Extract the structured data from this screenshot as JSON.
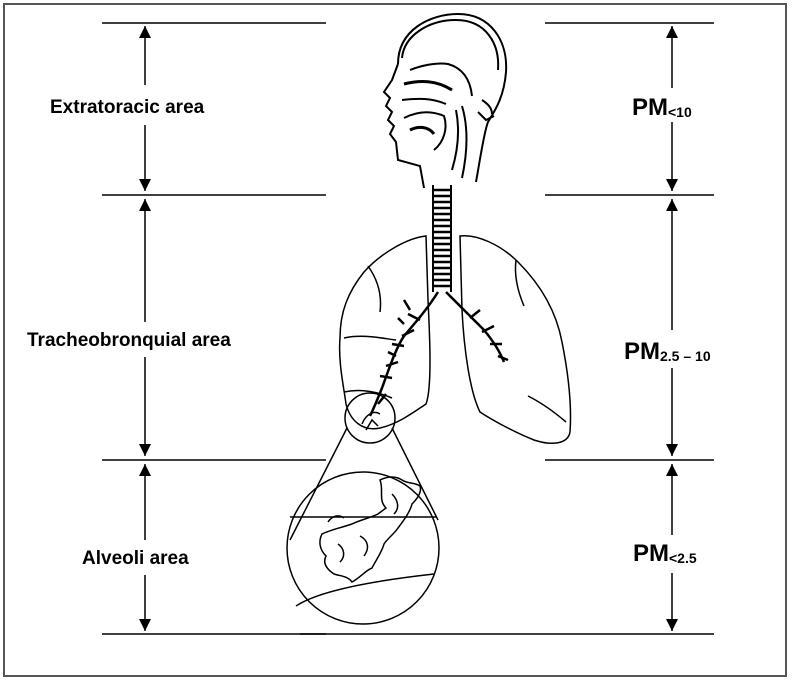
{
  "regions": [
    {
      "id": "extratoracic",
      "label": "Extratoracic area",
      "pm_main": "PM",
      "pm_sub": "<10"
    },
    {
      "id": "tracheobronquial",
      "label": "Tracheobronquial area",
      "pm_main": "PM",
      "pm_sub": "2.5 – 10"
    },
    {
      "id": "alveoli",
      "label": "Alveoli area",
      "pm_main": "PM",
      "pm_sub": "<2.5"
    }
  ],
  "colors": {
    "line": "#000000",
    "frame": "#555555",
    "background": "#ffffff"
  },
  "icons": [
    "head-profile-icon",
    "trachea-icon",
    "lungs-icon",
    "bronchi-icon",
    "alveoli-magnified-icon"
  ]
}
